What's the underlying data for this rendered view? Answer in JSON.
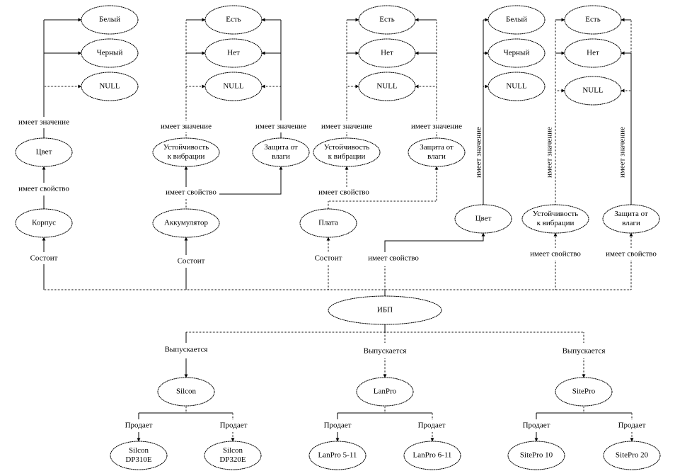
{
  "diagram": {
    "nodes": {
      "c1_white": "Белый",
      "c1_black": "Черный",
      "c1_null": "NULL",
      "c1_color": "Цвет",
      "c1_case": "Корпус",
      "c2_yes": "Есть",
      "c2_no": "Нет",
      "c2_null": "NULL",
      "c2_vib": "Устойчивость|к вибрации",
      "c2_moist": "Защита от|влаги",
      "c2_batt": "Аккумулятор",
      "c3_yes": "Есть",
      "c3_no": "Нет",
      "c3_null": "NULL",
      "c3_vib": "Устойчивость|к вибрации",
      "c3_moist": "Защита от|влаги",
      "c3_board": "Плата",
      "c4_white": "Белый",
      "c4_black": "Черный",
      "c4_null": "NULL",
      "c5_yes": "Есть",
      "c5_no": "Нет",
      "c5_null": "NULL",
      "r_color": "Цвет",
      "r_vib": "Устойчивость|к вибрации",
      "r_moist": "Защита от|влаги",
      "ups": "ИБП",
      "silcon": "Silcon",
      "lanpro": "LanPro",
      "sitepro": "SitePro",
      "dp310": "Silcon|DP310E",
      "dp320": "Silcon|DP320E",
      "lp511": "LanPro 5-11",
      "lp611": "LanPro 6-11",
      "sp10": "SitePro 10",
      "sp20": "SitePro 20"
    },
    "edge_labels": {
      "l_c1_val": "имеет значение",
      "l_c1_prop": "имеет свойство",
      "l_c1_cons": "Состоит",
      "l_c2_val1": "имеет значение",
      "l_c2_val2": "имеет значение",
      "l_c2_prop": "имеет свойство",
      "l_c2_cons": "Состоит",
      "l_c3_val1": "имеет значение",
      "l_c3_val2": "имеет значение",
      "l_c3_prop": "имеет свойство",
      "l_c3_cons": "Состоит",
      "l_ups_prop": "имеет свойство",
      "l_r_val1": "имеет значение",
      "l_r_val2": "имеет значение",
      "l_r_val3": "имеет значение",
      "l_r_prop2": "имеет свойство",
      "l_r_prop3": "имеет свойство",
      "l_rel1": "Выпускается",
      "l_rel2": "Выпускается",
      "l_rel3": "Выпускается",
      "l_sell1": "Продает",
      "l_sell2": "Продает",
      "l_sell3": "Продает",
      "l_sell4": "Продает",
      "l_sell5": "Продает",
      "l_sell6": "Продает"
    }
  }
}
